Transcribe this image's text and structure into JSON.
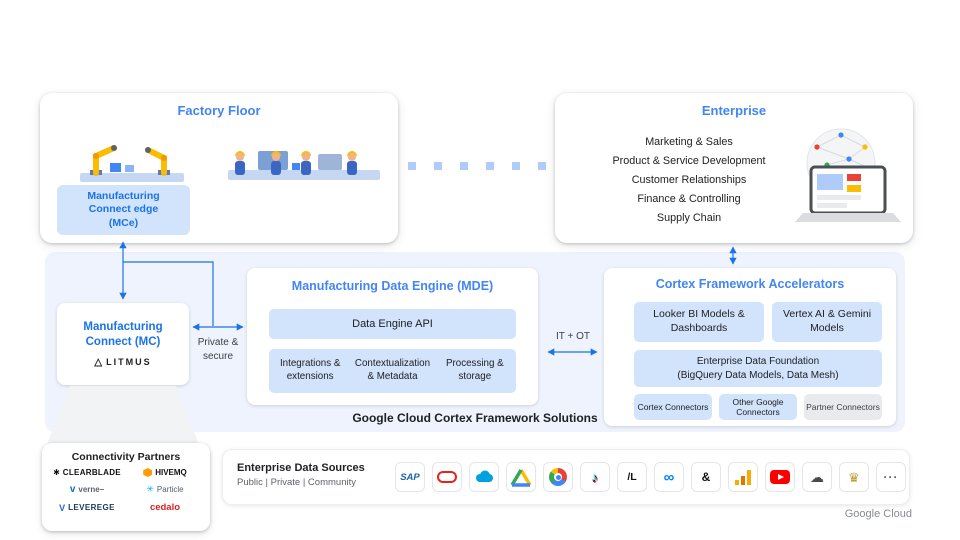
{
  "factory": {
    "title": "Factory Floor",
    "mce_label": "Manufacturing Connect edge (MCe)"
  },
  "enterprise": {
    "title": "Enterprise",
    "items": [
      "Marketing & Sales",
      "Product & Service Development",
      "Customer Relationships",
      "Finance & Controlling",
      "Supply Chain"
    ]
  },
  "mc": {
    "label": "Manufacturing Connect (MC)",
    "vendor": "LITMUS",
    "vendor_icon": "△"
  },
  "mde": {
    "title": "Manufacturing Data Engine (MDE)",
    "api_label": "Data Engine API",
    "capabilities": [
      "Integrations & extensions",
      "Contextualization & Metadata",
      "Processing & storage"
    ]
  },
  "cortex": {
    "title": "Cortex Framework Accelerators",
    "looker": "Looker BI Models & Dashboards",
    "vertex": "Vertex AI & Gemini Models",
    "edf_title": "Enterprise Data Foundation",
    "edf_subtitle": "(BigQuery Data Models, Data Mesh)",
    "connectors": [
      "Cortex Connectors",
      "Other Google Connectors",
      "Partner Connectors"
    ]
  },
  "labels": {
    "private_secure": "Private & secure",
    "it_ot": "IT + OT",
    "solutions_caption": "Google Cloud Cortex Framework Solutions"
  },
  "partners": {
    "title": "Connectivity Partners",
    "items": [
      {
        "name": "clearblade",
        "icon": "✱",
        "label": "CLEARBLADE"
      },
      {
        "name": "hivemq",
        "label": "HIVEMQ"
      },
      {
        "name": "verne",
        "icon": "v",
        "label": "verne–"
      },
      {
        "name": "particle",
        "icon": "✳",
        "label": "Particle"
      },
      {
        "name": "leverege",
        "icon": "V",
        "label": "LEVEREGE"
      },
      {
        "name": "cedalo",
        "label": "cedalo"
      }
    ]
  },
  "sources": {
    "title": "Enterprise Data Sources",
    "subtitle": "Public | Private | Community",
    "logos": [
      {
        "name": "sap",
        "text": "SAP"
      },
      {
        "name": "oracle"
      },
      {
        "name": "salesforce"
      },
      {
        "name": "google-drive"
      },
      {
        "name": "chrome"
      },
      {
        "name": "tiktok",
        "text": "♪"
      },
      {
        "name": "slash-l",
        "text": "/L"
      },
      {
        "name": "meta",
        "text": "∞"
      },
      {
        "name": "ampersand",
        "text": "&"
      },
      {
        "name": "analytics"
      },
      {
        "name": "youtube"
      },
      {
        "name": "weather",
        "text": "☁"
      },
      {
        "name": "crown",
        "text": "♛"
      },
      {
        "name": "more",
        "text": "···"
      }
    ]
  },
  "footer": {
    "brand": "Google Cloud"
  }
}
